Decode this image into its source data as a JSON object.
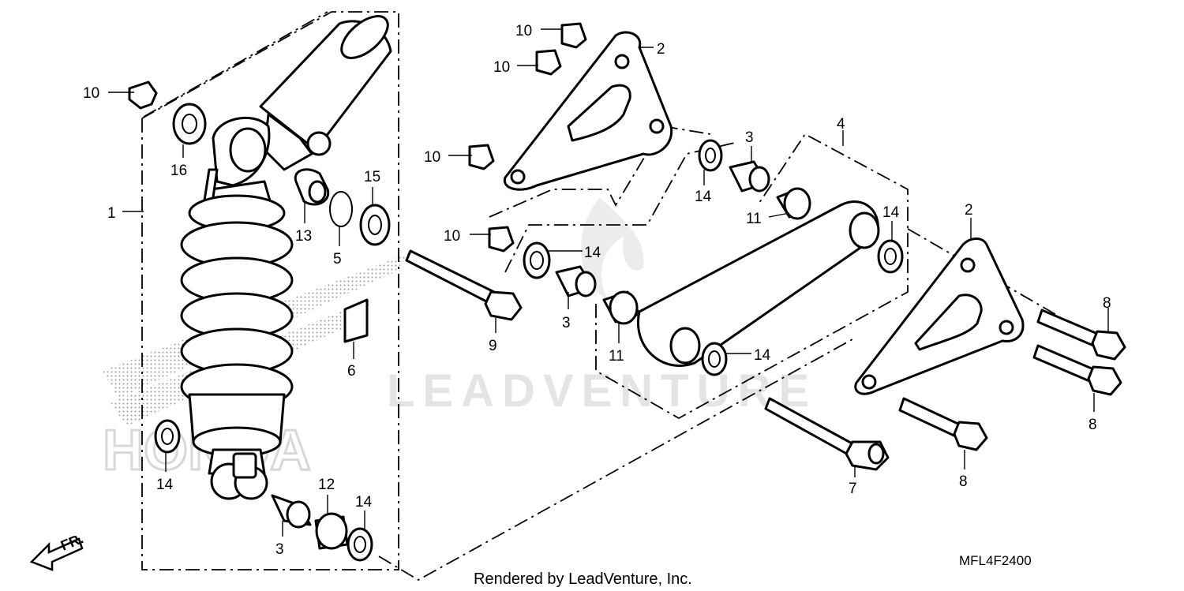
{
  "diagram": {
    "parts": [
      {
        "ref": "10",
        "label": "10"
      },
      {
        "ref": "10b",
        "label": "10"
      },
      {
        "ref": "10c",
        "label": "10"
      },
      {
        "ref": "10d",
        "label": "10"
      },
      {
        "ref": "10e",
        "label": "10"
      },
      {
        "ref": "1",
        "label": "1"
      },
      {
        "ref": "16",
        "label": "16"
      },
      {
        "ref": "13",
        "label": "13"
      },
      {
        "ref": "5",
        "label": "5"
      },
      {
        "ref": "15",
        "label": "15"
      },
      {
        "ref": "6",
        "label": "6"
      },
      {
        "ref": "14a",
        "label": "14"
      },
      {
        "ref": "12",
        "label": "12"
      },
      {
        "ref": "3a",
        "label": "3"
      },
      {
        "ref": "14b",
        "label": "14"
      },
      {
        "ref": "9",
        "label": "9"
      },
      {
        "ref": "2a",
        "label": "2"
      },
      {
        "ref": "3b",
        "label": "3"
      },
      {
        "ref": "4",
        "label": "4"
      },
      {
        "ref": "14c",
        "label": "14"
      },
      {
        "ref": "11a",
        "label": "11"
      },
      {
        "ref": "14d",
        "label": "14"
      },
      {
        "ref": "14e",
        "label": "14"
      },
      {
        "ref": "3c",
        "label": "3"
      },
      {
        "ref": "11b",
        "label": "11"
      },
      {
        "ref": "14f",
        "label": "14"
      },
      {
        "ref": "2b",
        "label": "2"
      },
      {
        "ref": "8a",
        "label": "8"
      },
      {
        "ref": "8b",
        "label": "8"
      },
      {
        "ref": "8c",
        "label": "8"
      },
      {
        "ref": "7",
        "label": "7"
      }
    ],
    "front_marker": "FR.",
    "diagram_code": "MFL4F2400",
    "footer_text": "Rendered by LeadVenture, Inc.",
    "watermark_text": "LEADVENTURE",
    "watermark_brand": "HONDA"
  }
}
